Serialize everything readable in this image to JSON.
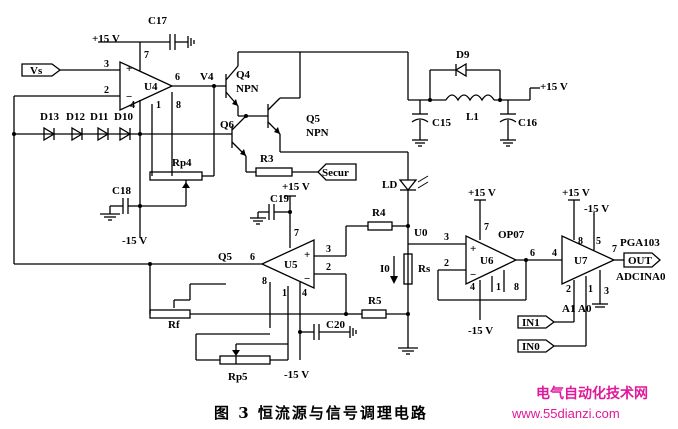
{
  "caption": "图 3   恒流源与信号调理电路",
  "watermark": {
    "line1": "电气自动化技术网",
    "line2": "www.55dianzi.com"
  },
  "inputs": {
    "vs": "Vs",
    "secur": "Secur",
    "in1": "IN1",
    "in0": "IN0"
  },
  "outputs": {
    "out": "OUT"
  },
  "supplies": {
    "pos15": "+15 V",
    "neg15": "-15 V"
  },
  "chips": {
    "u4": "U4",
    "u5": "U5",
    "u6": "U6",
    "u7": "U7",
    "op07": "OP07",
    "pga103": "PGA103",
    "adcina0": "ADCINA0"
  },
  "transistors": {
    "q4": "Q4",
    "q5": "Q5",
    "q6": "Q6",
    "npn": "NPN"
  },
  "diodes": [
    "D13",
    "D12",
    "D11",
    "D10"
  ],
  "parts": {
    "d9": "D9",
    "l1": "L1",
    "c15": "C15",
    "c16": "C16",
    "c17": "C17",
    "c18": "C18",
    "c19": "C19",
    "c20": "C20",
    "ld": "LD",
    "r3": "R3",
    "r4": "R4",
    "r5": "R5",
    "rs": "Rs",
    "rf": "Rf",
    "rp4": "Rp4",
    "rp5": "Rp5",
    "i0": "I0",
    "u0": "U0",
    "v4": "V4",
    "q5net": "Q5",
    "a1": "A1",
    "a0": "A0"
  },
  "pins": {
    "u4": [
      "7",
      "3",
      "2",
      "6",
      "4",
      "1",
      "8"
    ],
    "u5": [
      "7",
      "6",
      "3",
      "2",
      "8",
      "1",
      "4"
    ],
    "u6": [
      "7",
      "3",
      "2",
      "6",
      "4",
      "1",
      "8"
    ],
    "u7": [
      "8",
      "5",
      "4",
      "7",
      "2",
      "1",
      "3"
    ]
  }
}
